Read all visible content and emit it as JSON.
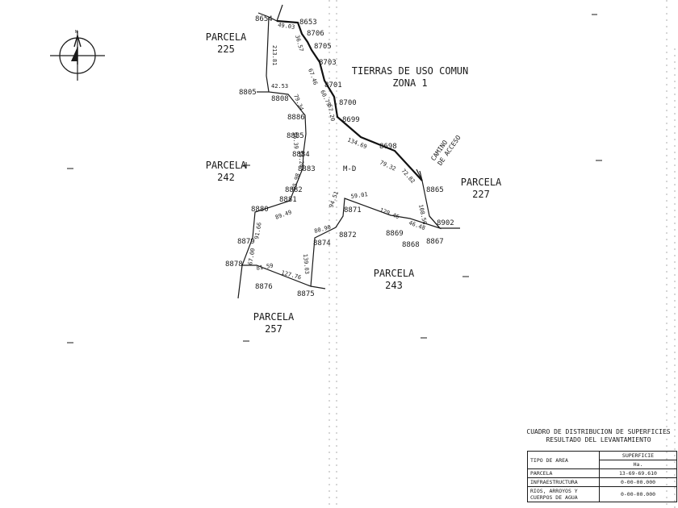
{
  "map": {
    "areas": [
      {
        "id": "parcela-225",
        "line1": "PARCELA",
        "line2": "225"
      },
      {
        "id": "parcela-242",
        "line1": "PARCELA",
        "line2": "242"
      },
      {
        "id": "parcela-227",
        "line1": "PARCELA",
        "line2": "227"
      },
      {
        "id": "parcela-243",
        "line1": "PARCELA",
        "line2": "243"
      },
      {
        "id": "parcela-257",
        "line1": "PARCELA",
        "line2": "257"
      },
      {
        "id": "tierras-uso-comun",
        "line1": "TIERRAS DE USO COMUN",
        "line2": "ZONA 1"
      }
    ],
    "road_label": {
      "line1": "CAMINO",
      "line2": "DE ACCESO"
    },
    "zone_label": "M-D",
    "vertices": [
      "8654",
      "8653",
      "8706",
      "8705",
      "8703",
      "8701",
      "8700",
      "8699",
      "8698",
      "8865",
      "8902",
      "8867",
      "8868",
      "8869",
      "8871",
      "8872",
      "8874",
      "8875",
      "8876",
      "8878",
      "8879",
      "8880",
      "8881",
      "8882",
      "8883",
      "8884",
      "8885",
      "8886",
      "8808",
      "8805"
    ],
    "distances": [
      "49.03",
      "36.57",
      "67.46",
      "60.79",
      "57.20",
      "134.69",
      "79.32",
      "72.82",
      "108.56",
      "46.48",
      "129.46",
      "59.01",
      "94.51",
      "80.90",
      "139.03",
      "127.76",
      "81.59",
      "67.00",
      "91.66",
      "89.49",
      "95.98",
      "54.20",
      "56.39",
      "79.34",
      "42.53",
      "213.81"
    ]
  },
  "cuadro": {
    "title1": "CUADRO DE DISTRIBUCION DE SUPERFICIES",
    "title2": "RESULTADO DEL LEVANTAMIENTO",
    "header_tipo": "TIPO DE AREA",
    "header_sup": "SUPERFICIE",
    "header_unit": "Ha.",
    "rows": [
      {
        "tipo": "PARCELA",
        "superficie": "13-69-69.610"
      },
      {
        "tipo": "INFRAESTRUCTURA",
        "superficie": "0-00-00.000"
      },
      {
        "tipo": "RIOS, ARROYOS Y CUERPOS DE AGUA",
        "superficie": "0-00-00.000"
      }
    ]
  }
}
